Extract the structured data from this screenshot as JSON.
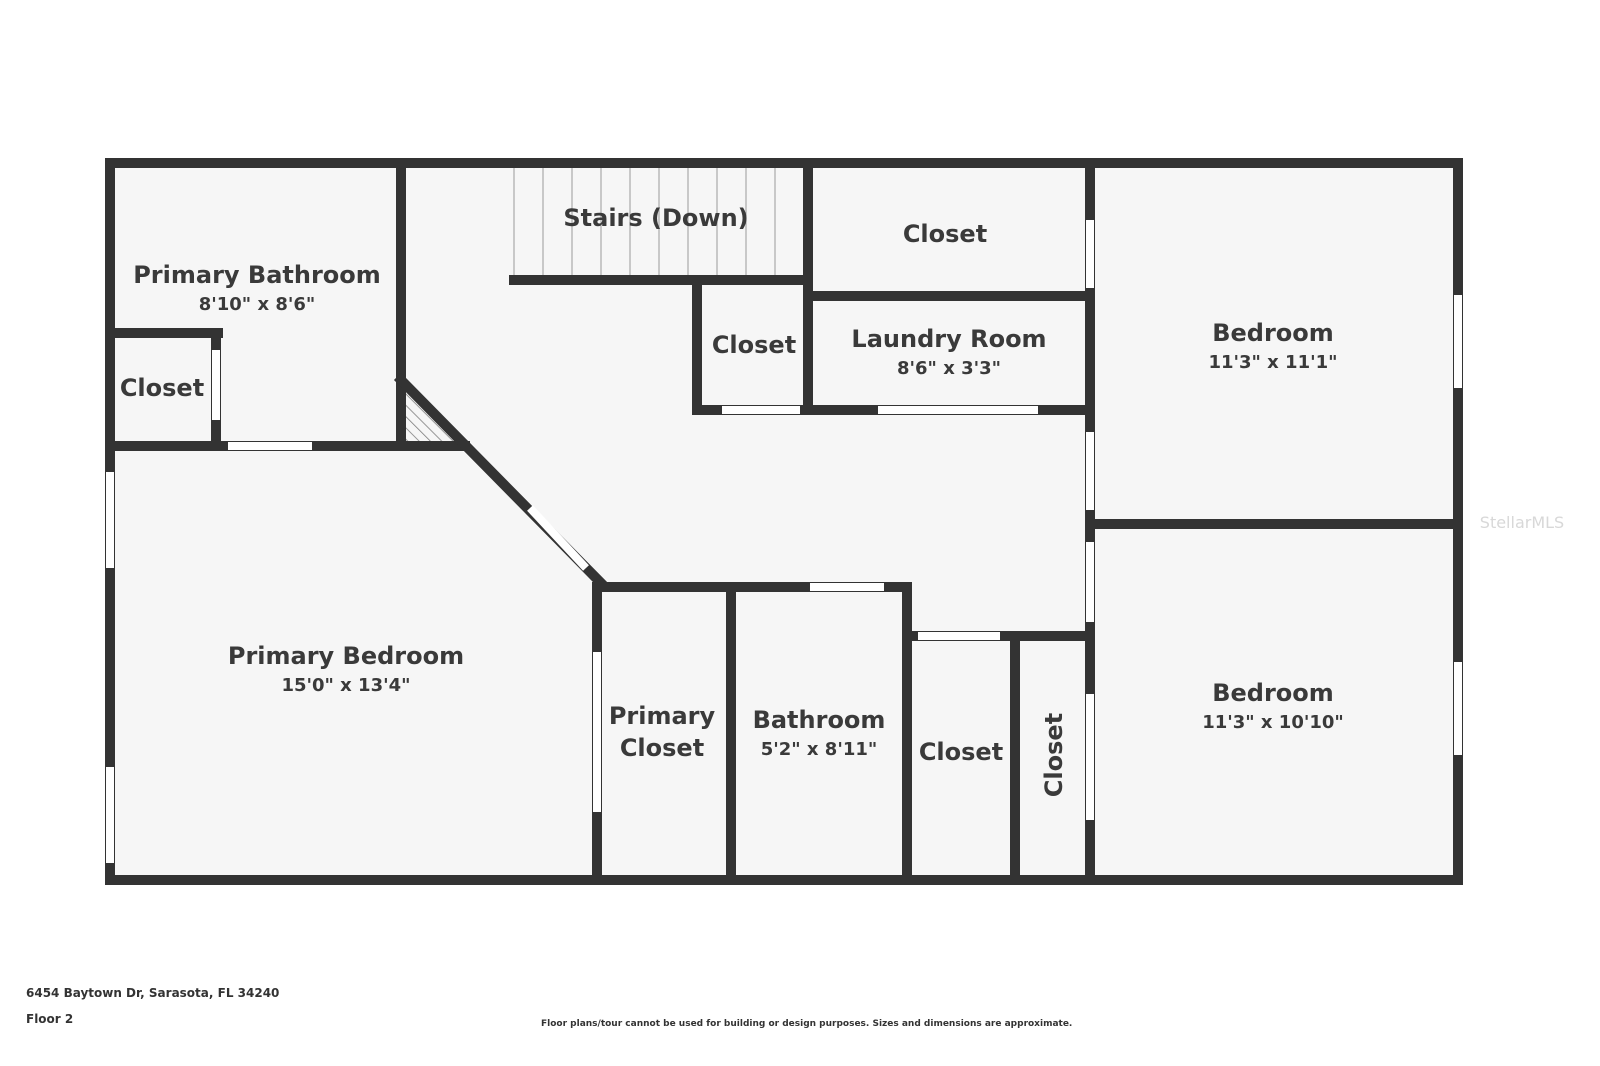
{
  "rooms": {
    "primary_bathroom": {
      "name": "Primary Bathroom",
      "dims": "8'10\" x 8'6\""
    },
    "closet_pb": {
      "name": "Closet"
    },
    "stairs": {
      "name": "Stairs (Down)"
    },
    "closet_top": {
      "name": "Closet"
    },
    "closet_mid": {
      "name": "Closet"
    },
    "laundry": {
      "name": "Laundry Room",
      "dims": "8'6\" x 3'3\""
    },
    "bedroom1": {
      "name": "Bedroom",
      "dims": "11'3\" x 11'1\""
    },
    "bedroom2": {
      "name": "Bedroom",
      "dims": "11'3\" x 10'10\""
    },
    "primary_bedroom": {
      "name": "Primary Bedroom",
      "dims": "15'0\" x 13'4\""
    },
    "primary_closet": {
      "line1": "Primary",
      "line2": "Closet"
    },
    "bathroom": {
      "name": "Bathroom",
      "dims": "5'2\" x 8'11\""
    },
    "closet_bottom": {
      "name": "Closet"
    },
    "closet_vertical": {
      "name": "Closet"
    }
  },
  "watermark": "StellarMLS",
  "footer": {
    "address": "6454 Baytown Dr, Sarasota, FL 34240",
    "floor": "Floor 2",
    "disclaimer": "Floor plans/tour cannot be used for building or design purposes. Sizes and dimensions are approximate."
  }
}
